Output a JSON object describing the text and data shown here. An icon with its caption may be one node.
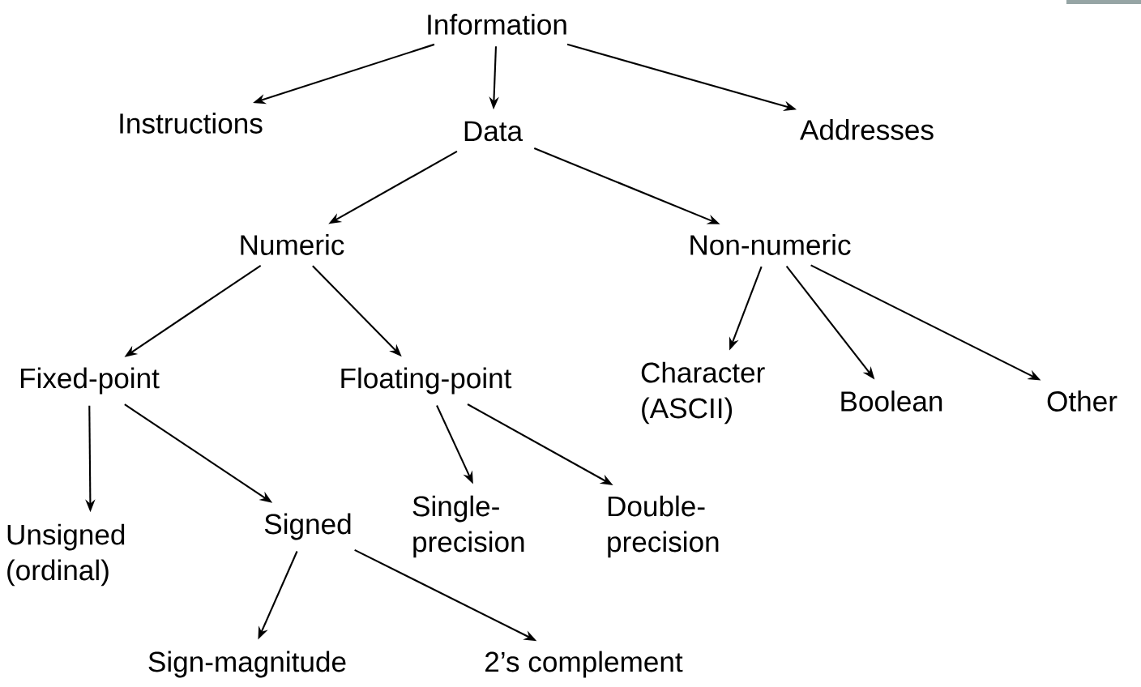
{
  "diagram": {
    "nodes": [
      {
        "text": [
          "Information"
        ]
      },
      {
        "text": [
          "Instructions"
        ]
      },
      {
        "text": [
          "Data"
        ]
      },
      {
        "text": [
          "Addresses"
        ]
      },
      {
        "text": [
          "Numeric"
        ]
      },
      {
        "text": [
          "Non-numeric"
        ]
      },
      {
        "text": [
          "Fixed-point"
        ]
      },
      {
        "text": [
          "Floating-point"
        ]
      },
      {
        "text": [
          "Character (ASCII)"
        ]
      },
      {
        "text": [
          "Boolean"
        ]
      },
      {
        "text": [
          "Other"
        ]
      },
      {
        "text": [
          "Unsigned (ordinal)"
        ]
      },
      {
        "text": [
          "Signed"
        ]
      },
      {
        "text": [
          "Single-precision"
        ]
      },
      {
        "text": [
          "Double-precision"
        ]
      },
      {
        "text": [
          "Sign-magnitude"
        ]
      },
      {
        "text": [
          "2’s complement"
        ]
      }
    ],
    "edges": [
      {
        "from": 0,
        "to": 1,
        "arrow": "to"
      },
      {
        "from": 0,
        "to": 2,
        "arrow": "to"
      },
      {
        "from": 0,
        "to": 3,
        "arrow": "to"
      },
      {
        "from": 2,
        "to": 4,
        "arrow": "to"
      },
      {
        "from": 2,
        "to": 5,
        "arrow": "to"
      },
      {
        "from": 4,
        "to": 6,
        "arrow": "to"
      },
      {
        "from": 4,
        "to": 7,
        "arrow": "to"
      },
      {
        "from": 5,
        "to": 8,
        "arrow": "to"
      },
      {
        "from": 5,
        "to": 9,
        "arrow": "to"
      },
      {
        "from": 5,
        "to": 10,
        "arrow": "to"
      },
      {
        "from": 6,
        "to": 11,
        "arrow": "to"
      },
      {
        "from": 6,
        "to": 12,
        "arrow": "to"
      },
      {
        "from": 7,
        "to": 13,
        "arrow": "to"
      },
      {
        "from": 7,
        "to": 14,
        "arrow": "to"
      },
      {
        "from": 12,
        "to": 15,
        "arrow": "to"
      },
      {
        "from": 12,
        "to": 16,
        "arrow": "to"
      }
    ]
  }
}
